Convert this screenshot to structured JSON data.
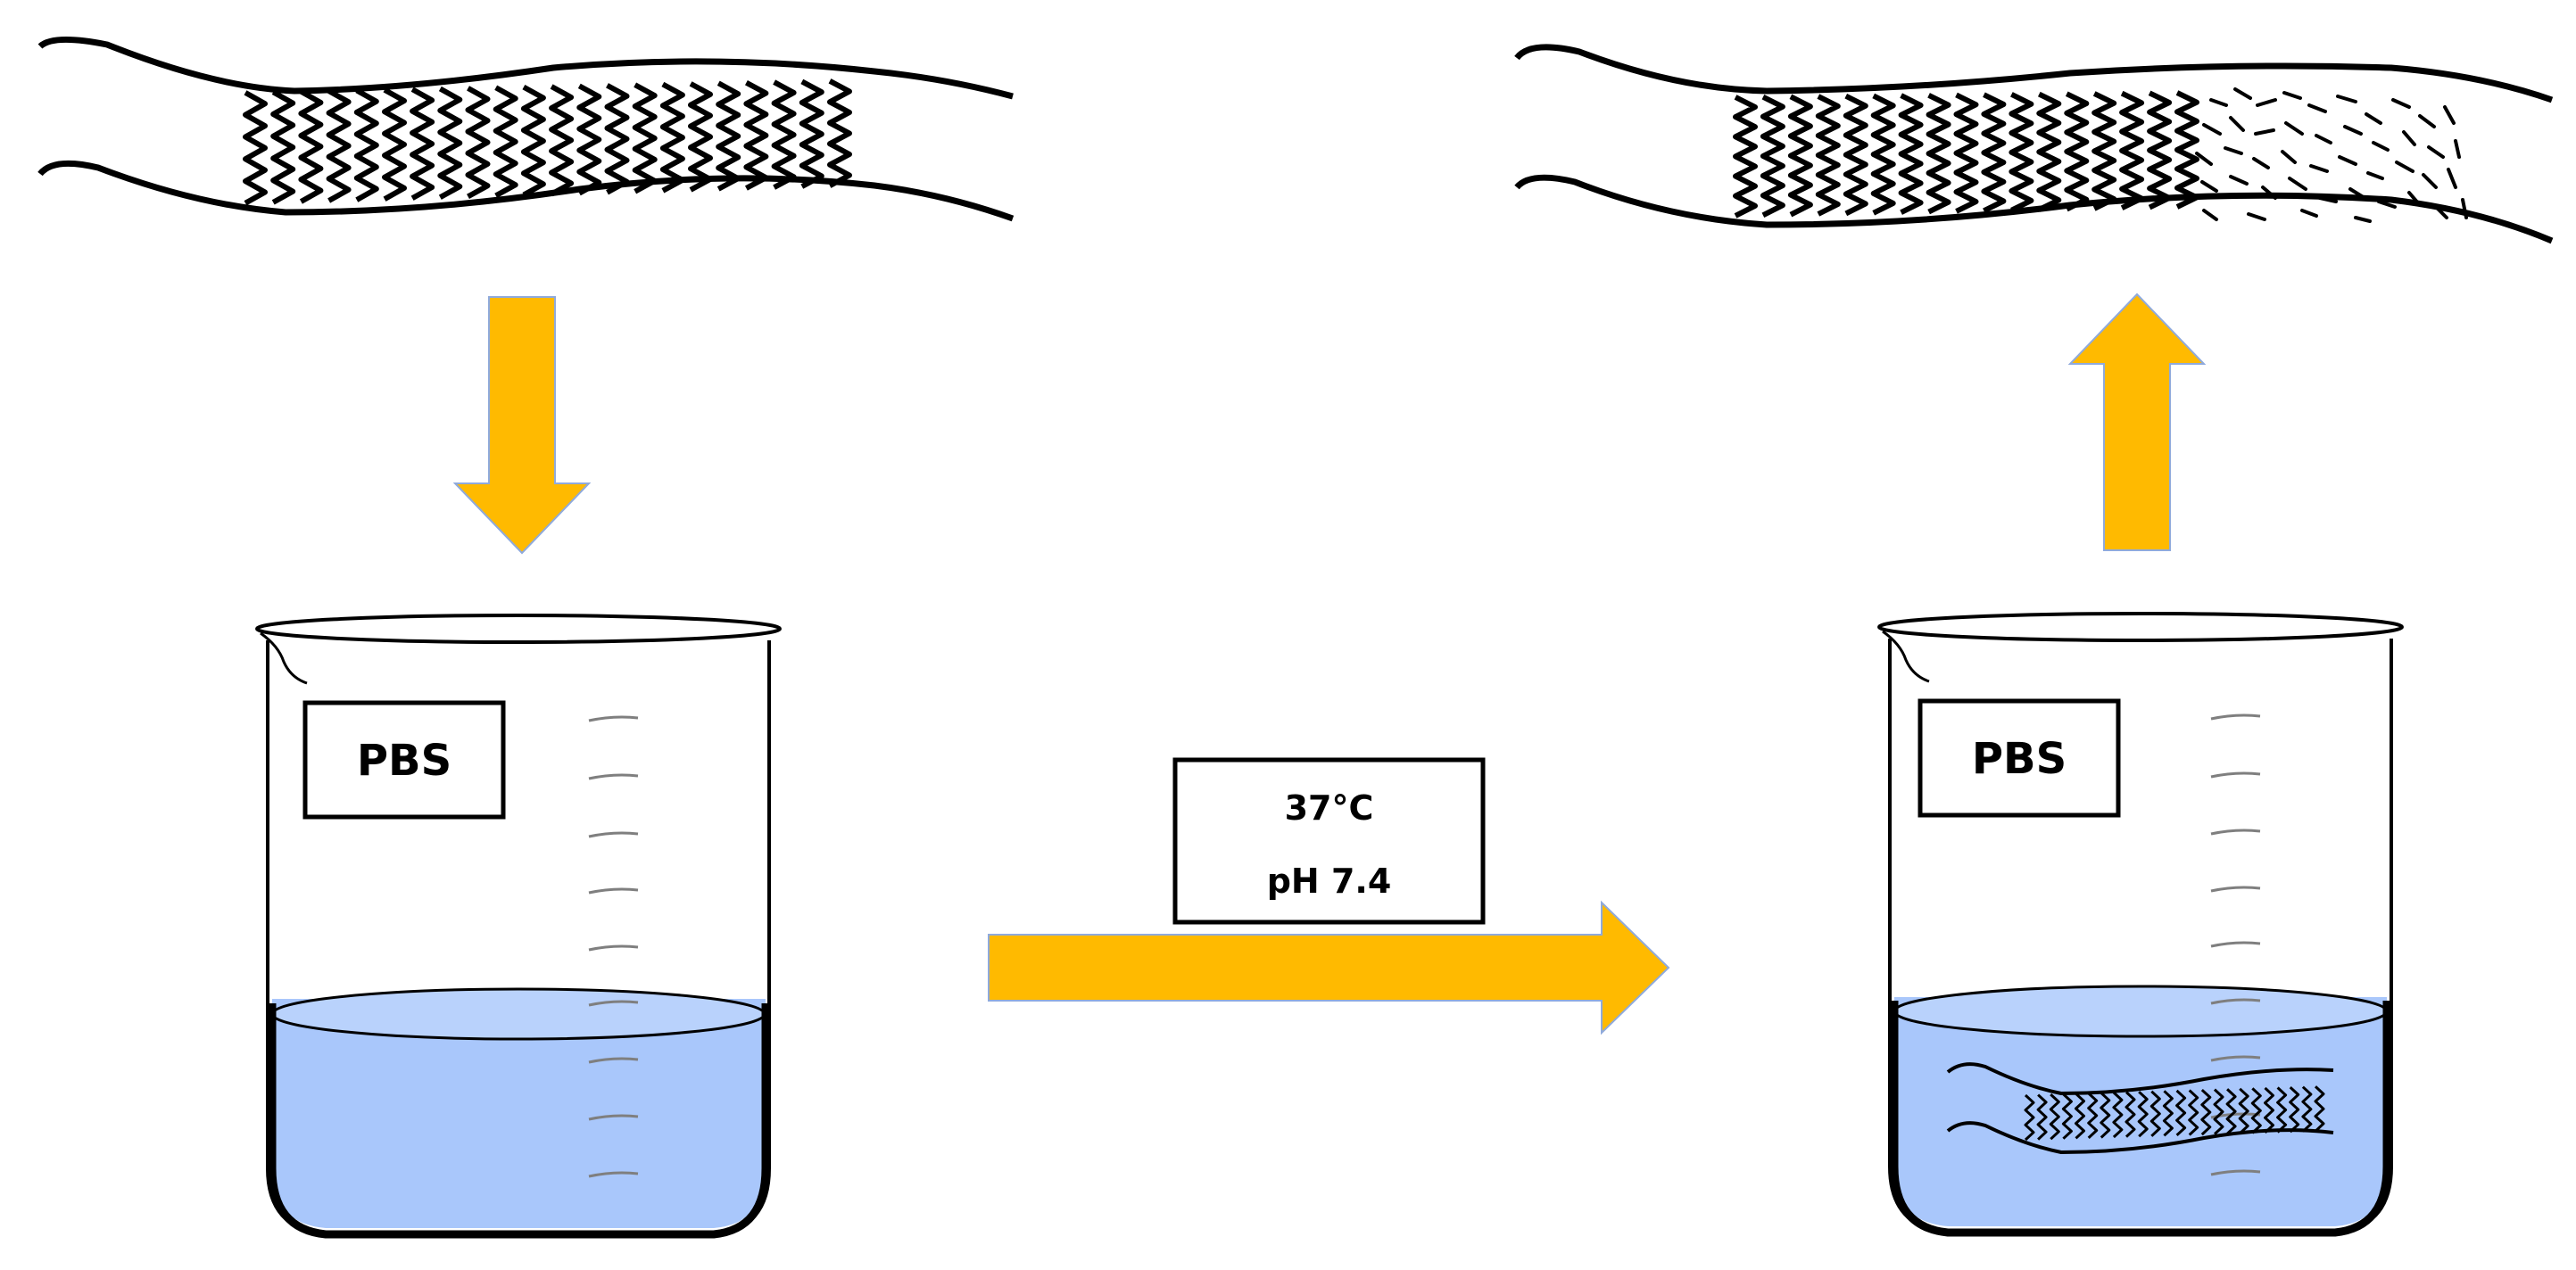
{
  "beakers": {
    "left_label": "PBS",
    "right_label": "PBS"
  },
  "conditions": {
    "temperature": "37°C",
    "ph": "pH 7.4"
  },
  "colors": {
    "arrow_fill": "#FFBA00",
    "arrow_stroke": "#8FAADC",
    "liquid": "#A9C7FB",
    "liquid_surface": "#B9D2FC",
    "line": "#000000",
    "glass": "#7F7F7F"
  }
}
